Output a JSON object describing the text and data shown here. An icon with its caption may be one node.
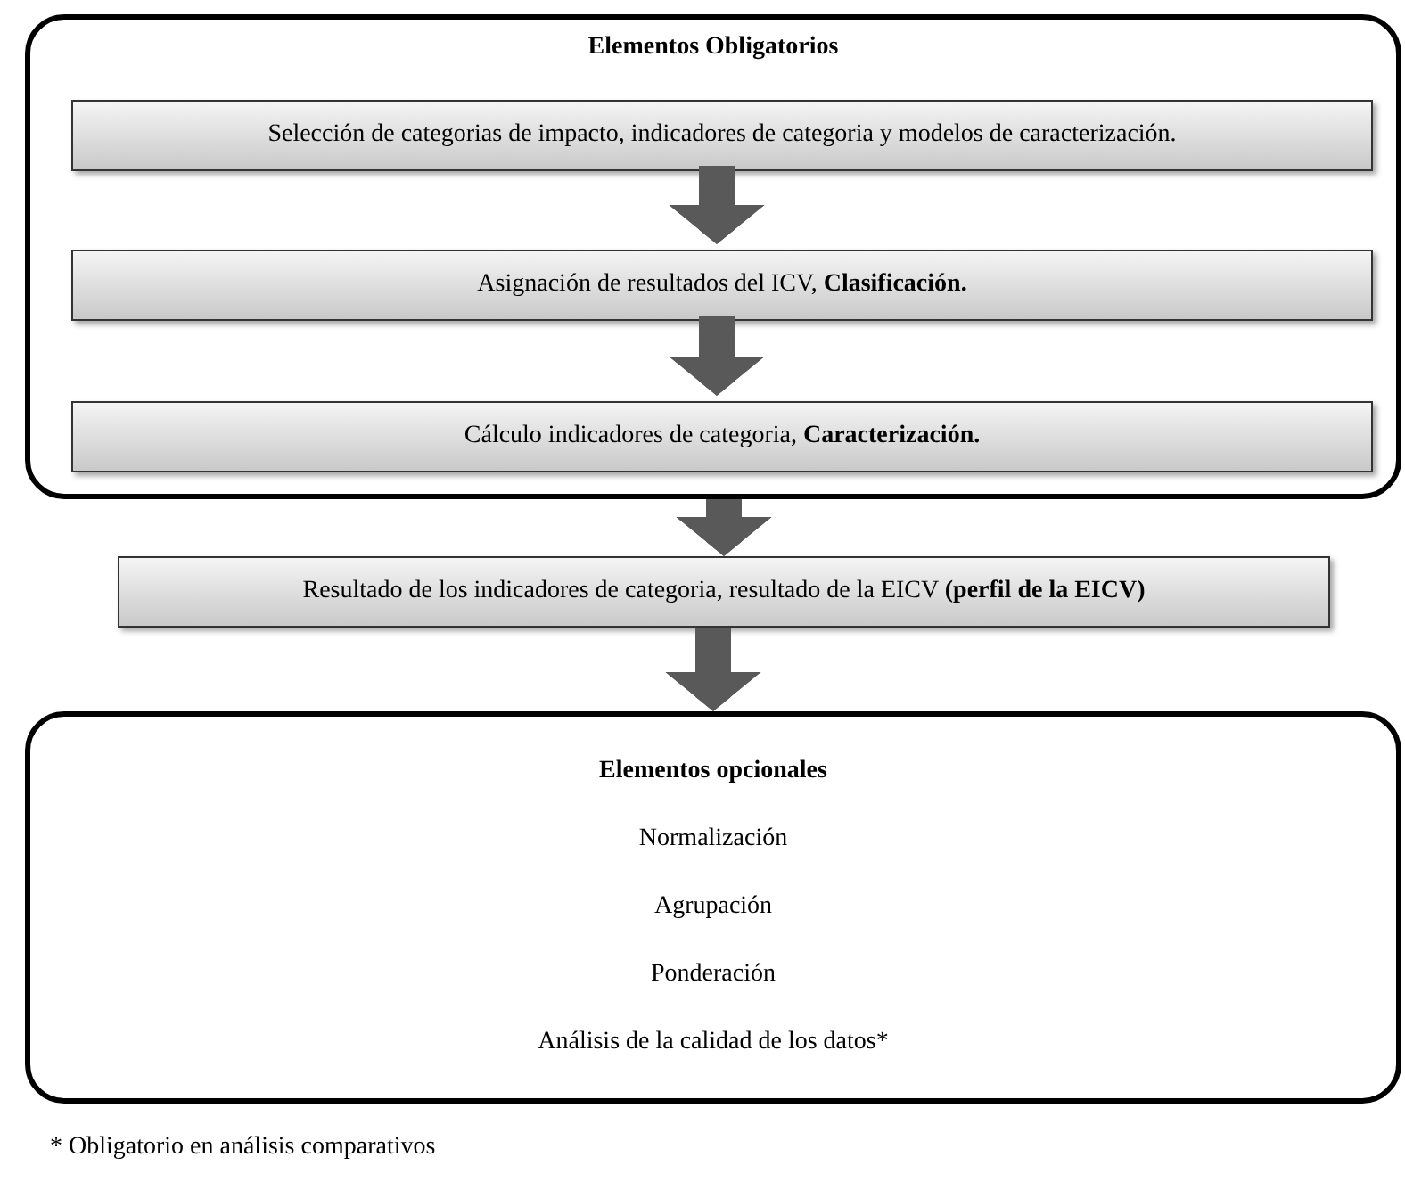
{
  "diagram": {
    "nodes": [
      {
        "text": [
          "Elementos Obligatorios"
        ]
      },
      {
        "text": [
          "Selección de categorias de impacto, indicadores de categoria y modelos de caracterización."
        ],
        "in": 0
      },
      {
        "text": [
          "Asignación de resultados del ICV, **Clasificación.**"
        ],
        "in": 0
      },
      {
        "text": [
          "Cálculo indicadores de categoria, **Caracterización.**"
        ],
        "in": 0
      },
      {
        "text": [
          "Resultado de los indicadores de categoria, resultado de la EICV **(perfil de la EICV)**"
        ]
      },
      {
        "text": [
          "Elementos opcionales",
          "Normalización",
          "Agrupación",
          "Ponderación",
          "Análisis de la calidad de los datos*"
        ]
      }
    ],
    "edges": [
      {
        "from": 1,
        "to": 2,
        "arrow": "to"
      },
      {
        "from": 2,
        "to": 3,
        "arrow": "to"
      },
      {
        "from": 0,
        "to": 4,
        "arrow": "to"
      },
      {
        "from": 4,
        "to": 5,
        "arrow": "to"
      }
    ],
    "labels": [
      "* Obligatorio en análisis comparativos"
    ]
  }
}
